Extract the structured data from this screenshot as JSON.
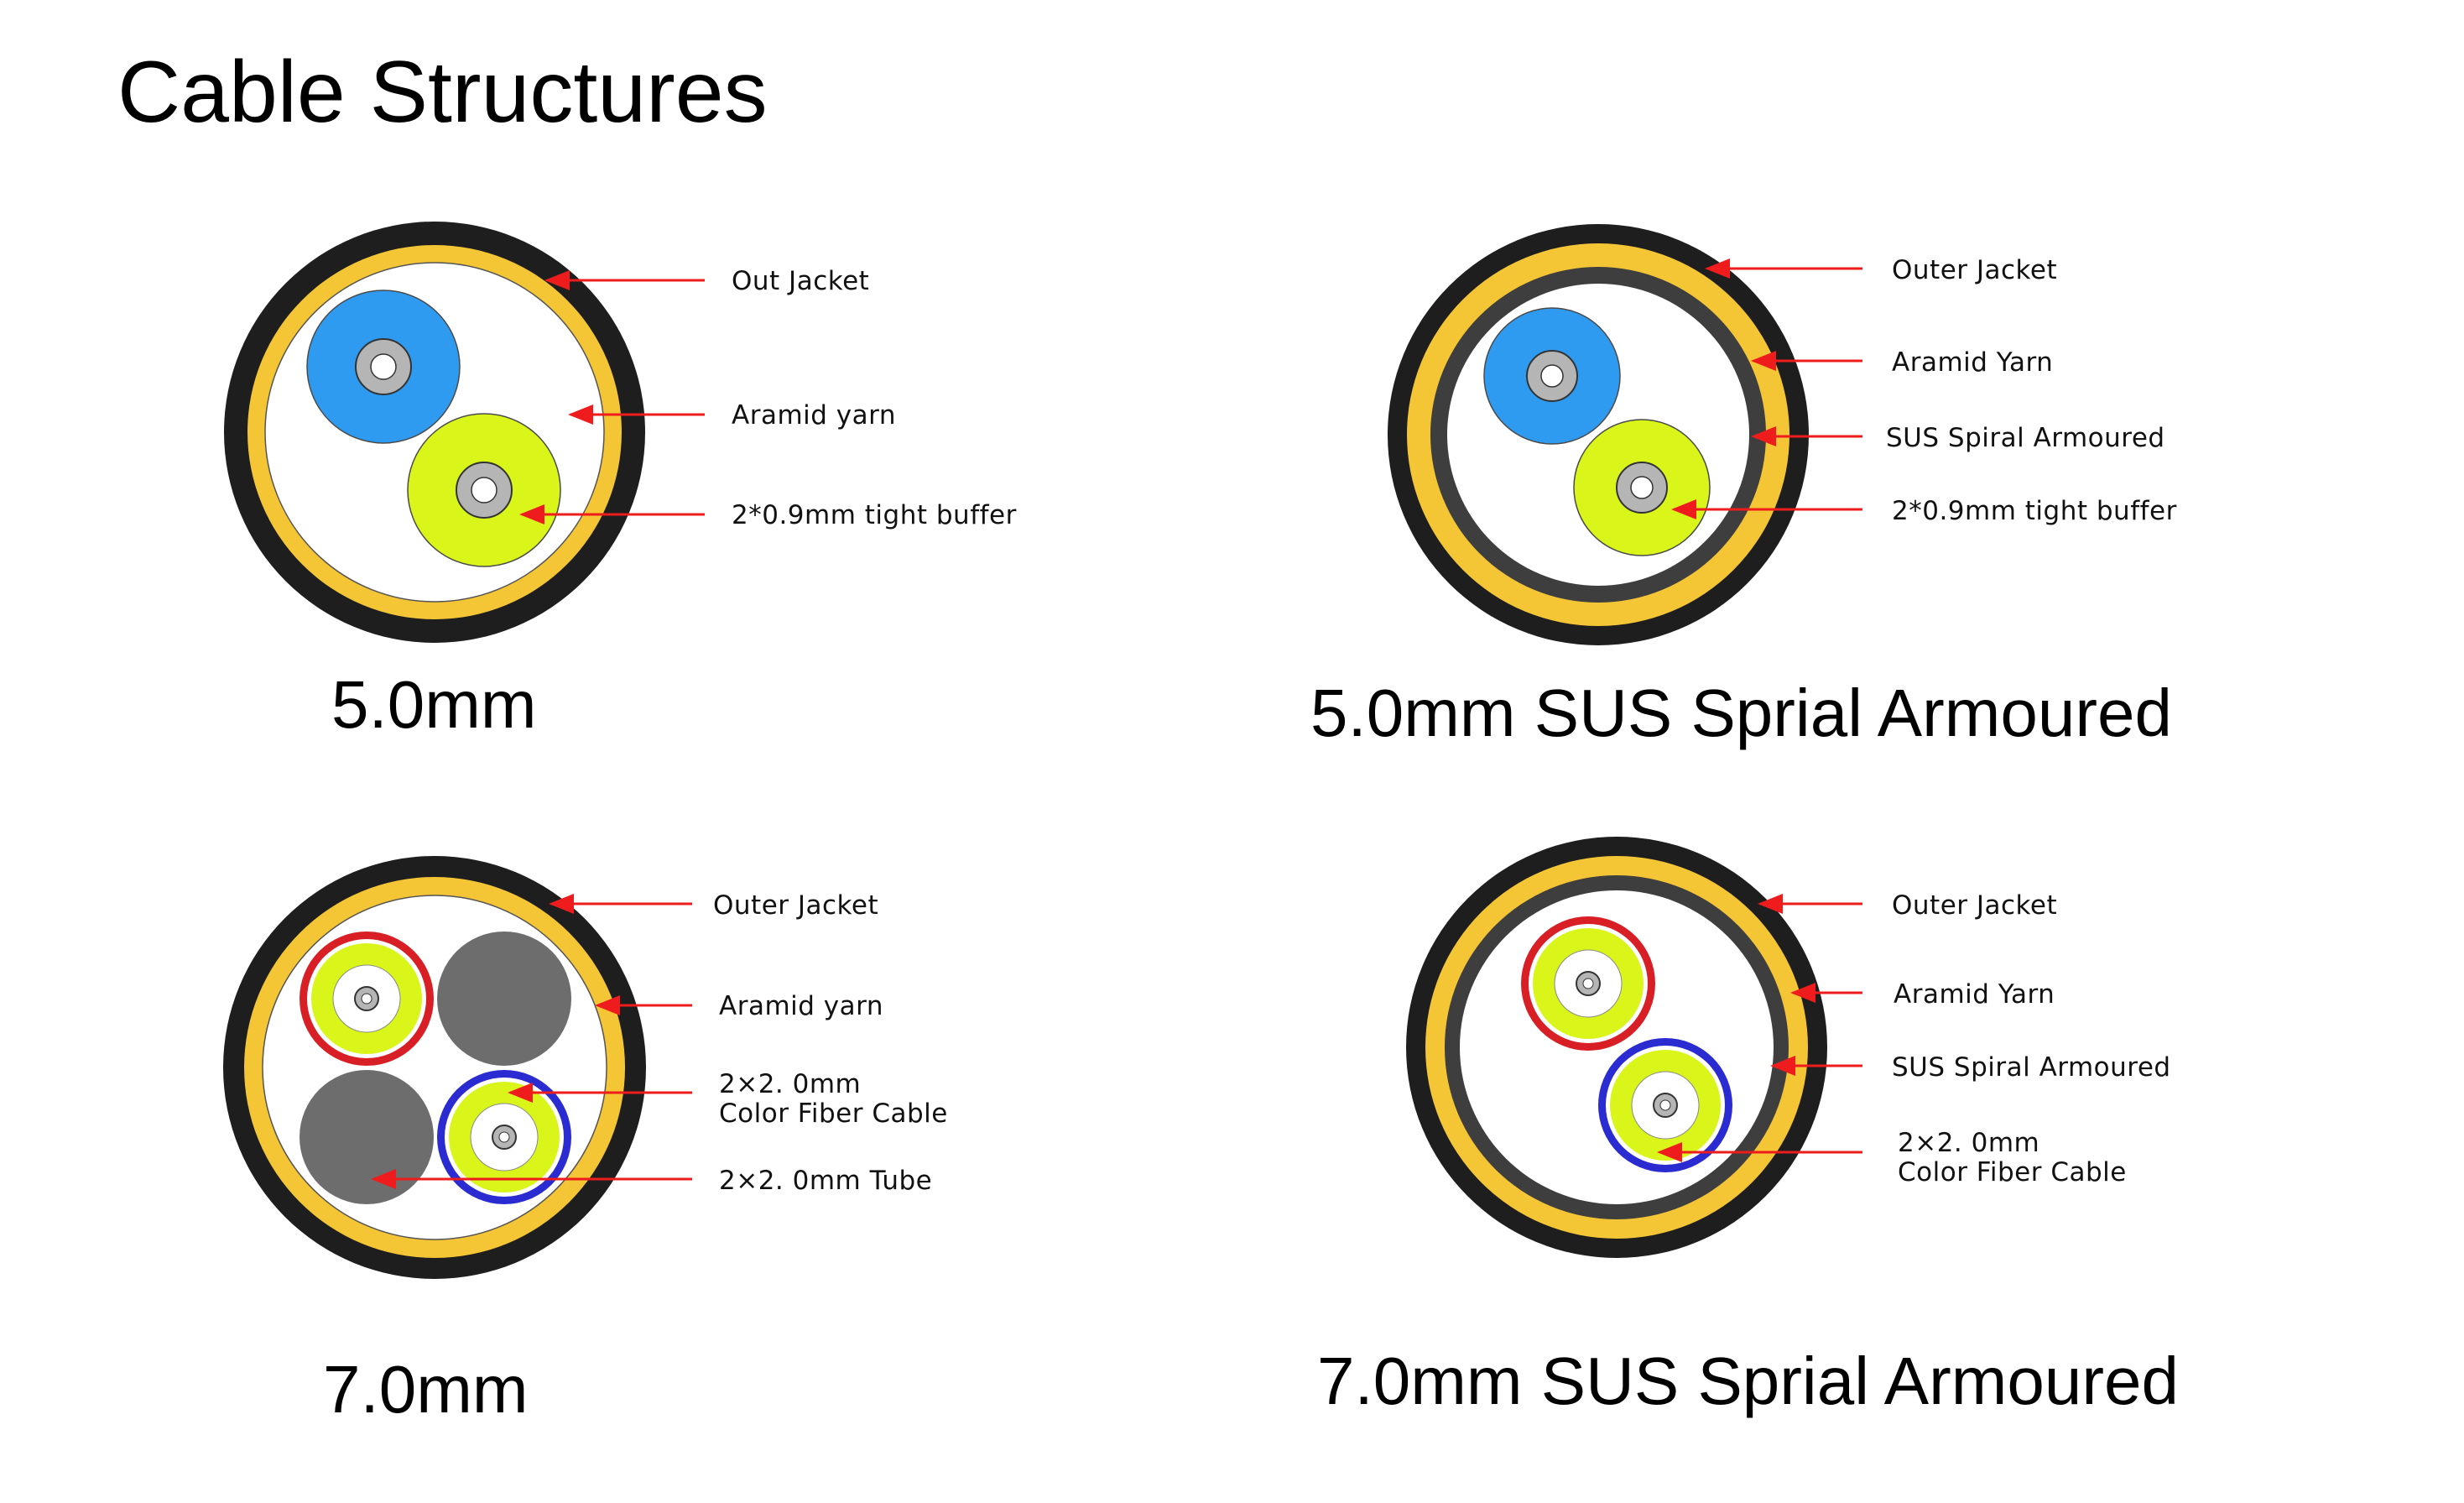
{
  "title": "Cable Structures",
  "colors": {
    "jacket": "#1e1e1e",
    "aramid": "#f4c535",
    "armour": "#3e3e3e",
    "fiber_blue": "#2e9bf0",
    "fiber_yellowgreen": "#d9f51a",
    "ring_red": "#d81f26",
    "ring_blue": "#2a2bd0",
    "tube_gray": "#6d6d6d",
    "arrow": "#ee1c1c"
  },
  "diagrams": {
    "d1": {
      "caption": "5.0mm",
      "labels": [
        "Out Jacket",
        "Aramid yarn",
        "2*0.9mm tight buffer"
      ]
    },
    "d2": {
      "caption": "5.0mm SUS Sprial Armoured",
      "labels": [
        "Outer Jacket",
        "Aramid Yarn",
        "SUS Spiral Armoured",
        "2*0.9mm tight buffer"
      ]
    },
    "d3": {
      "caption": "7.0mm",
      "labels": [
        "Outer Jacket",
        "Aramid yarn",
        "2×2. 0mm",
        "Color  Fiber  Cable",
        "2×2. 0mm  Tube"
      ]
    },
    "d4": {
      "caption": "7.0mm SUS Sprial Armoured",
      "labels": [
        "Outer Jacket",
        "Aramid Yarn",
        "SUS Spiral Armoured",
        "2×2. 0mm",
        "Color  Fiber  Cable"
      ]
    }
  }
}
